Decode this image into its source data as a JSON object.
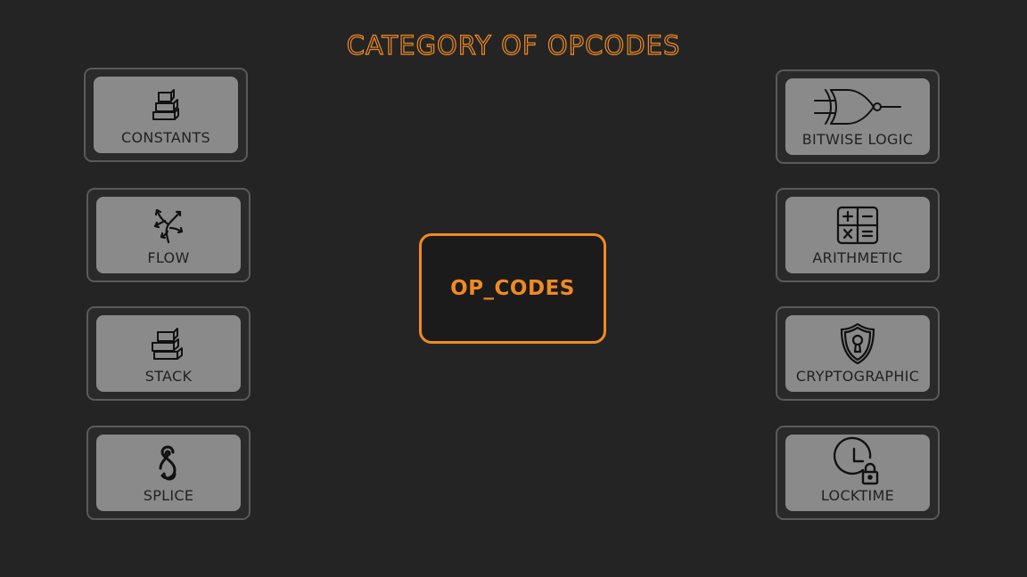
{
  "title": "CATEGORY OF OPCODES",
  "center": {
    "label": "OP_CODES"
  },
  "accent_color": "#f08a24",
  "categories_left": [
    {
      "label": "CONSTANTS",
      "icon": "stacked-boxes-icon"
    },
    {
      "label": "FLOW",
      "icon": "branching-arrows-icon"
    },
    {
      "label": "STACK",
      "icon": "stacked-boxes-icon"
    },
    {
      "label": "SPLICE",
      "icon": "chain-link-icon"
    }
  ],
  "categories_right": [
    {
      "label": "BITWISE LOGIC",
      "icon": "xnor-gate-icon"
    },
    {
      "label": "ARITHMETIC",
      "icon": "calculator-icon"
    },
    {
      "label": "CRYPTOGRAPHIC",
      "icon": "shield-lock-icon"
    },
    {
      "label": "LOCKTIME",
      "icon": "clock-lock-icon"
    }
  ]
}
